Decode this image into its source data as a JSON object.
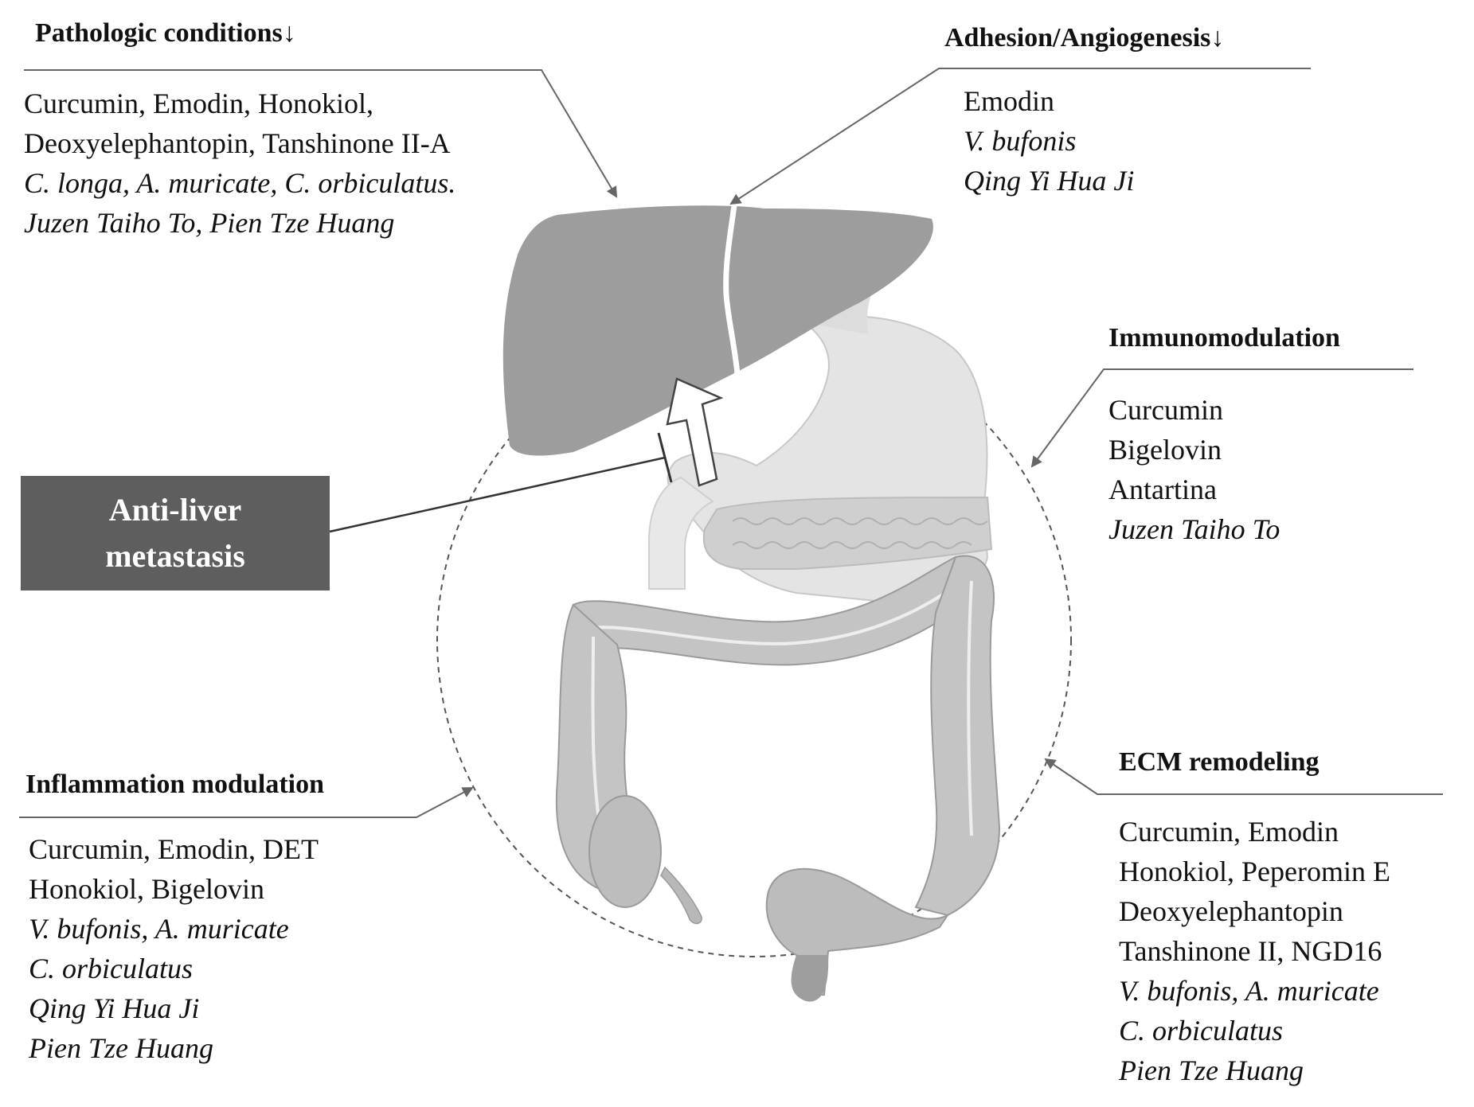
{
  "diagram": {
    "center_label": [
      "Anti-liver",
      "metastasis"
    ],
    "sections": {
      "pathologic": {
        "heading": "Pathologic conditions↓",
        "lines": [
          {
            "text": "Curcumin, Emodin, Honokiol,",
            "italic": false
          },
          {
            "text": "Deoxyelephantopin, Tanshinone II-A",
            "italic": false
          },
          {
            "text": "C. longa, A. muricate, C. orbiculatus.",
            "italic": true
          },
          {
            "text": "Juzen Taiho To, Pien Tze Huang",
            "italic": true
          }
        ]
      },
      "adhesion": {
        "heading": "Adhesion/Angiogenesis↓",
        "lines": [
          {
            "text": "Emodin",
            "italic": false
          },
          {
            "text": "V. bufonis",
            "italic": true
          },
          {
            "text": "Qing Yi Hua Ji",
            "italic": true
          }
        ]
      },
      "immuno": {
        "heading": "Immunomodulation",
        "lines": [
          {
            "text": "Curcumin",
            "italic": false
          },
          {
            "text": "Bigelovin",
            "italic": false
          },
          {
            "text": "Antartina",
            "italic": false
          },
          {
            "text": "Juzen Taiho To",
            "italic": true
          }
        ]
      },
      "ecm": {
        "heading": "ECM remodeling",
        "lines": [
          {
            "text": "Curcumin, Emodin",
            "italic": false
          },
          {
            "text": "Honokiol, Peperomin E",
            "italic": false
          },
          {
            "text": "Deoxyelephantopin",
            "italic": false
          },
          {
            "text": "Tanshinone II, NGD16",
            "italic": false
          },
          {
            "text": "V. bufonis, A. muricate",
            "italic": true
          },
          {
            "text": "C. orbiculatus",
            "italic": true
          },
          {
            "text": "Pien Tze Huang",
            "italic": true
          }
        ]
      },
      "inflammation": {
        "heading": "Inflammation modulation",
        "lines": [
          {
            "text": "Curcumin, Emodin, DET",
            "italic": false
          },
          {
            "text": "Honokiol, Bigelovin",
            "italic": false
          },
          {
            "text": "V. bufonis, A. muricate",
            "italic": true
          },
          {
            "text": "C. orbiculatus",
            "italic": true
          },
          {
            "text": "Qing Yi Hua Ji",
            "italic": true
          },
          {
            "text": "Pien Tze Huang",
            "italic": true
          }
        ]
      }
    }
  }
}
